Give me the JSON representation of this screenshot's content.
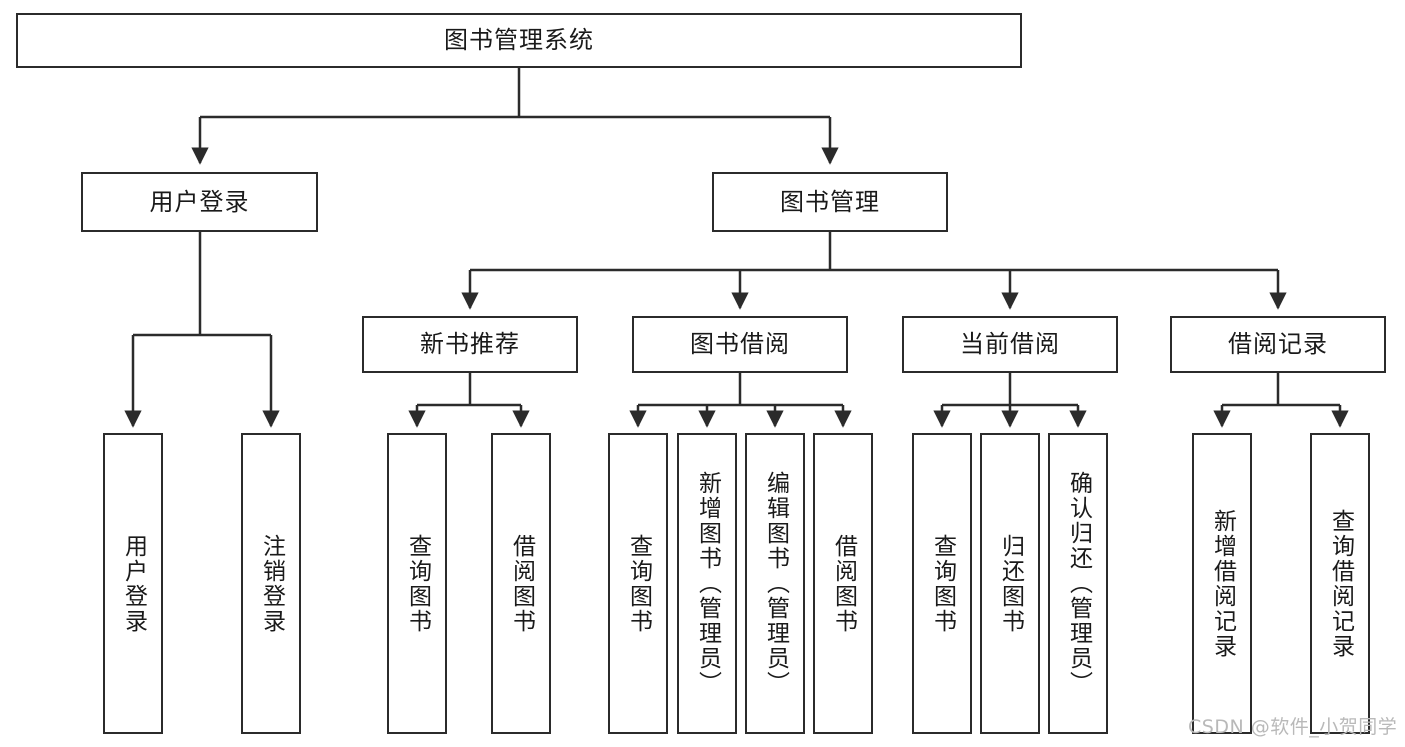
{
  "diagram": {
    "type": "tree-hierarchy",
    "title_node": {
      "id": "root",
      "label": "图书管理系统"
    },
    "level1": [
      {
        "id": "user-login",
        "label": "用户登录"
      },
      {
        "id": "book-manage",
        "label": "图书管理"
      }
    ],
    "level2": [
      {
        "id": "new-book-recommend",
        "label": "新书推荐",
        "parent": "book-manage"
      },
      {
        "id": "book-borrow",
        "label": "图书借阅",
        "parent": "book-manage"
      },
      {
        "id": "current-borrow",
        "label": "当前借阅",
        "parent": "book-manage"
      },
      {
        "id": "borrow-record",
        "label": "借阅记录",
        "parent": "book-manage"
      }
    ],
    "leaves": {
      "user_login": [
        {
          "id": "leaf-user-login",
          "label": "用户登录"
        },
        {
          "id": "leaf-logout-login",
          "label": "注销登录"
        }
      ],
      "new_book_recommend": [
        {
          "id": "leaf-query-book-1",
          "label": "查询图书"
        },
        {
          "id": "leaf-borrow-book-1",
          "label": "借阅图书"
        }
      ],
      "book_borrow": [
        {
          "id": "leaf-query-book-2",
          "label": "查询图书"
        },
        {
          "id": "leaf-add-book",
          "label": "新增图书（管理员）"
        },
        {
          "id": "leaf-edit-book",
          "label": "编辑图书（管理员）"
        },
        {
          "id": "leaf-borrow-book-2",
          "label": "借阅图书"
        }
      ],
      "current_borrow": [
        {
          "id": "leaf-query-book-3",
          "label": "查询图书"
        },
        {
          "id": "leaf-return-book",
          "label": "归还图书"
        },
        {
          "id": "leaf-confirm-return",
          "label": "确认归还（管理员）"
        }
      ],
      "borrow_record": [
        {
          "id": "leaf-add-record",
          "label": "新增借阅记录"
        },
        {
          "id": "leaf-query-record",
          "label": "查询借阅记录"
        }
      ]
    },
    "colors": {
      "stroke": "#2b2b2b",
      "fill": "#ffffff",
      "text": "#1a1a1a",
      "watermark": "#b9b9b9"
    }
  },
  "watermark": {
    "text": "CSDN @软件_小贺同学"
  }
}
